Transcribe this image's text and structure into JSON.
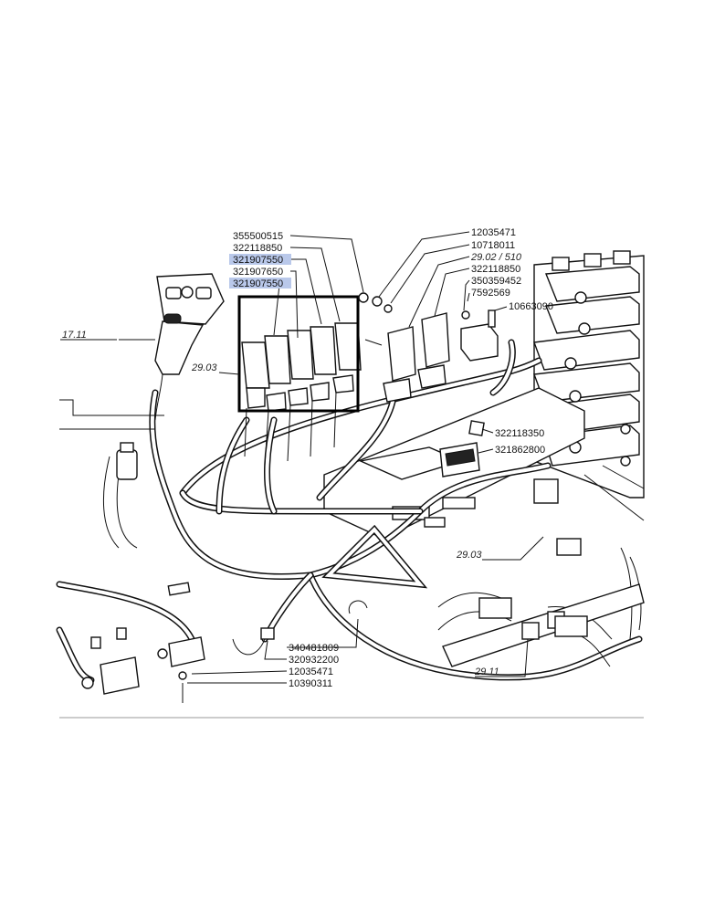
{
  "diagram": {
    "highlight_color": "#b9c8ea",
    "frame_color": "#000000",
    "labels_left": [
      {
        "id": "355500515",
        "highlighted": false
      },
      {
        "id": "322118850",
        "highlighted": false
      },
      {
        "id": "321907550",
        "highlighted": true
      },
      {
        "id": "321907650",
        "highlighted": false
      },
      {
        "id": "321907550",
        "highlighted": true
      }
    ],
    "labels_right_top": [
      "12035471",
      "10718011",
      "29.02 / 510",
      "322118850",
      "350359452",
      "7592569",
      "10663090"
    ],
    "labels_mid_right": [
      "322118350",
      "321862800"
    ],
    "labels_bottom": [
      "340481809",
      "320932200",
      "12035471",
      "10390311"
    ],
    "refs": {
      "ref_17_11": "17.11",
      "ref_29_03_a": "29.03",
      "ref_29_03_b": "29.03",
      "ref_29_11": "29.11"
    }
  }
}
